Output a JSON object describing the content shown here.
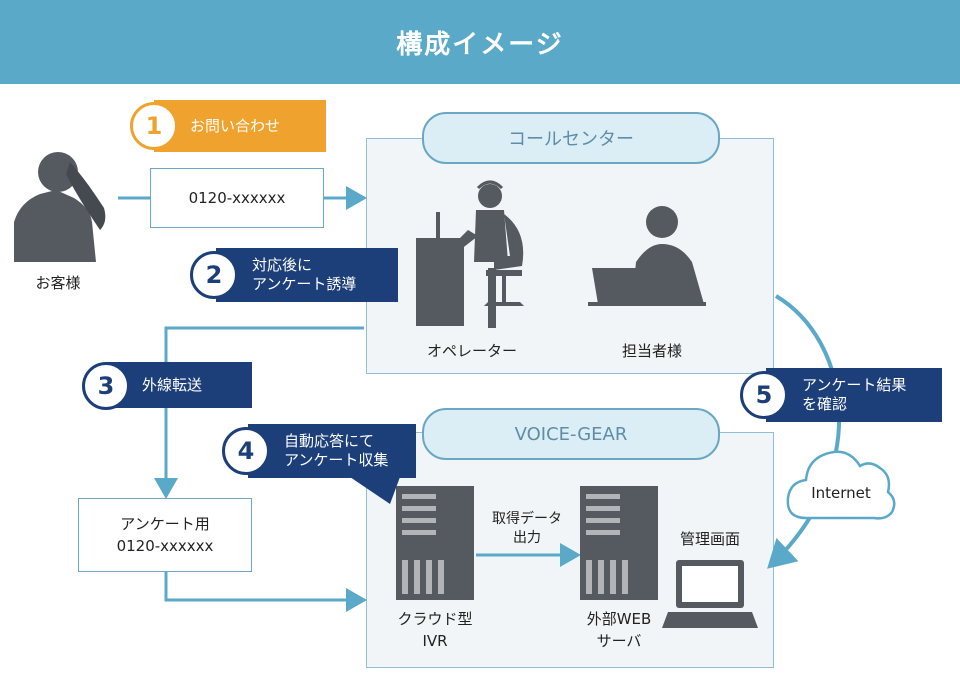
{
  "title": "構成イメージ",
  "customer": {
    "label": "お客様",
    "phone": "0120-xxxxxx"
  },
  "callcenter": {
    "title": "コールセンター",
    "operator": "オペレーター",
    "manager": "担当者様"
  },
  "voicegear": {
    "title": "VOICE-GEAR",
    "ivr": [
      "クラウド型",
      "IVR"
    ],
    "data_output": [
      "取得データ",
      "出力"
    ],
    "web_server": [
      "外部WEB",
      "サーバ"
    ],
    "admin_screen": "管理画面"
  },
  "survey": {
    "label": "アンケート用",
    "phone": "0120-xxxxxx"
  },
  "internet": "Internet",
  "steps": [
    {
      "num": "1",
      "lines": [
        "お問い合わせ"
      ]
    },
    {
      "num": "2",
      "lines": [
        "対応後に",
        "アンケート誘導"
      ]
    },
    {
      "num": "3",
      "lines": [
        "外線転送"
      ]
    },
    {
      "num": "4",
      "lines": [
        "自動応答にて",
        "アンケート収集"
      ]
    },
    {
      "num": "5",
      "lines": [
        "アンケート結果",
        "を確認"
      ]
    }
  ],
  "colors": {
    "banner": "#5ba9c9",
    "step_blue": "#1c3f7a",
    "step_orange": "#f0a22e",
    "arrow": "#5ba9c9",
    "icon": "#555a60"
  }
}
